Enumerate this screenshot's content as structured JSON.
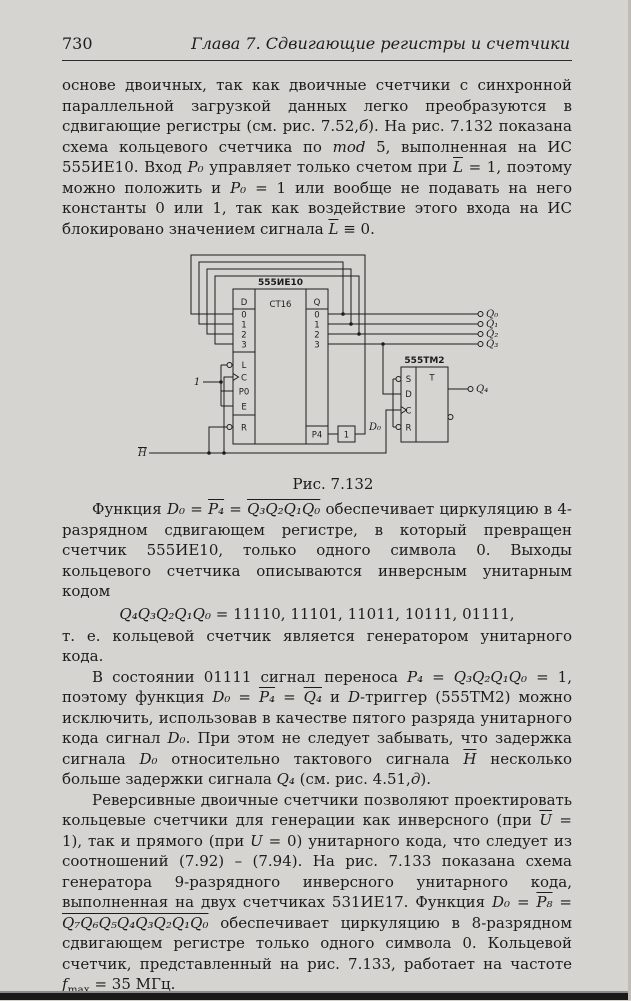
{
  "colors": {
    "page_bg": "#d6d4d1",
    "ink": "#1c1c1c"
  },
  "page": {
    "number": "730",
    "running_head": "Глава 7.  Сдвигающие регистры и счетчики"
  },
  "paragraphs": {
    "p1": [
      {
        "t": "основе двоичных, так как двоичные счетчики с синхронной параллельной загрузкой данных легко преобразуются в сдвигающие регистры (см. рис. 7.52,"
      },
      {
        "t": "б",
        "c": "i"
      },
      {
        "t": "). На рис. 7.132 показана схема кольцевого счетчика по "
      },
      {
        "t": "mod",
        "c": "i"
      },
      {
        "t": " 5, выполненная на ИС 555ИЕ10. Вход "
      },
      {
        "t": "P₀",
        "c": "i"
      },
      {
        "t": " управляет только счетом при "
      },
      {
        "t": "L",
        "c": "i ov"
      },
      {
        "t": " = 1, поэтому можно положить и "
      },
      {
        "t": "P₀",
        "c": "i"
      },
      {
        "t": " = 1 или вообще не подавать на него константы 0 или 1, так как воздействие этого входа на ИС блокировано значением сигнала "
      },
      {
        "t": "L",
        "c": "i ov"
      },
      {
        "t": " ≡ 0."
      }
    ],
    "p2": [
      {
        "t": "Функция "
      },
      {
        "t": "D₀",
        "c": "i"
      },
      {
        "t": " = "
      },
      {
        "t": "P₄",
        "c": "i ov"
      },
      {
        "t": " = "
      },
      {
        "t": "Q₃Q₂Q₁Q₀",
        "c": "i ov"
      },
      {
        "t": " обеспечивает циркуляцию в 4-разрядном сдвигающем регистре, в который превращен счетчик 555ИЕ10, только одного символа 0. Выходы кольцевого счетчика описываются инверсным унитарным кодом"
      }
    ],
    "formula": [
      {
        "t": "Q₄Q₃Q₂Q₁Q₀",
        "c": "i"
      },
      {
        "t": " = 11110, 11101, 11011, 10111, 01111,"
      }
    ],
    "p3": [
      {
        "t": "т. е. кольцевой счетчик является генератором унитарного кода."
      }
    ],
    "p4": [
      {
        "t": "В состоянии 01111 сигнал переноса "
      },
      {
        "t": "P₄",
        "c": "i"
      },
      {
        "t": " = "
      },
      {
        "t": "Q₃Q₂Q₁Q₀",
        "c": "i"
      },
      {
        "t": " = 1, поэтому функция "
      },
      {
        "t": "D₀",
        "c": "i"
      },
      {
        "t": " = "
      },
      {
        "t": "P₄",
        "c": "i ov"
      },
      {
        "t": " = "
      },
      {
        "t": "Q₄",
        "c": "i ov"
      },
      {
        "t": " и "
      },
      {
        "t": "D",
        "c": "i"
      },
      {
        "t": "-триггер (555ТМ2) можно исключить, использовав в качестве пятого разряда унитарного кода сигнал "
      },
      {
        "t": "D₀",
        "c": "i"
      },
      {
        "t": ". При этом не следует забывать, что задержка сигнала "
      },
      {
        "t": "D₀",
        "c": "i"
      },
      {
        "t": " относительно тактового сигнала "
      },
      {
        "t": "H",
        "c": "i ov"
      },
      {
        "t": " несколько больше задержки сигнала "
      },
      {
        "t": "Q₄",
        "c": "i"
      },
      {
        "t": " (см. рис. 4.51,"
      },
      {
        "t": "д",
        "c": "i"
      },
      {
        "t": ")."
      }
    ],
    "p5": [
      {
        "t": "Реверсивные двоичные счетчики позволяют проектировать кольцевые счетчики для генерации как инверсного (при "
      },
      {
        "t": "U",
        "c": "i ov"
      },
      {
        "t": " = 1), так и прямого (при "
      },
      {
        "t": "U",
        "c": "i"
      },
      {
        "t": " = 0) унитарного кода, что следует из соотношений (7.92) – (7.94). На рис. 7.133 показана схема генератора 9-разрядного инверсного унитарного кода, выполненная на двух счетчиках 531ИЕ17. Функция "
      },
      {
        "t": "D₀",
        "c": "i"
      },
      {
        "t": " = "
      },
      {
        "t": "P₈",
        "c": "i ov"
      },
      {
        "t": " = "
      },
      {
        "t": "Q₇Q₆Q₅Q₄Q₃Q₂Q₁Q₀",
        "c": "i ov"
      },
      {
        "t": " обеспечивает циркуляцию в 8-разрядном сдвигающем регистре только одного символа 0. Кольцевой счетчик, представленный на рис. 7.133, работает на частоте "
      },
      {
        "t": "f",
        "c": "i"
      },
      {
        "t": "max",
        "c": "sub"
      },
      {
        "t": " = 35 МГц."
      }
    ]
  },
  "figure": {
    "caption": "Рис. 7.132",
    "ic": {
      "title": "555ИЕ10",
      "type": "CT16",
      "d_header": "D",
      "q_header": "Q",
      "inputs_d": [
        "0",
        "1",
        "2",
        "3"
      ],
      "outputs_q": [
        "0",
        "1",
        "2",
        "3"
      ],
      "ctrl": [
        "L",
        "C",
        "P0",
        "E",
        "R"
      ],
      "carry": "P4"
    },
    "ff": {
      "title": "555ТМ2",
      "type": "T",
      "pins": [
        "S",
        "D",
        "C",
        "R"
      ]
    },
    "gate_label": "1",
    "const_label": "1",
    "clock_label": "H",
    "d0_label": "D₀",
    "outputs": [
      "Q₀",
      "Q₁",
      "Q₂",
      "Q₃"
    ],
    "ff_output": "Q₄"
  }
}
